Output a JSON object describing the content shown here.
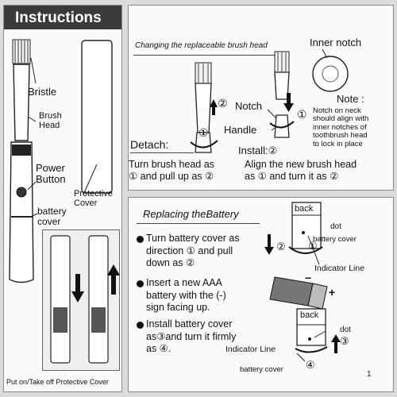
{
  "left_panel": {
    "title": "Instructions",
    "labels": {
      "bristle": "Bristle",
      "brush_head": "Brush\nHead",
      "power_button": "Power\nButton",
      "protective_cover": "Protective\nCover",
      "battery_cover": "battery\ncover"
    },
    "caption": "Put on/Take off Protective Cover"
  },
  "top_right_panel": {
    "title": "Changing the replaceable brush head",
    "inner_notch": "Inner notch",
    "note_title": "Note :",
    "note_text": "Notch on neck\nshould align with\ninner notches of\ntoothbrush head\nto lock in place",
    "notch": "Notch",
    "handle": "Handle",
    "detach_title": "Detach:",
    "detach_text": "Turn brush head as\n① and pull up as ②",
    "install_title": "Install:②",
    "install_text": "Align the new brush head\nas ① and turn it as ②"
  },
  "bottom_right_panel": {
    "title": "Replacing theBattery",
    "step1": "Turn battery cover as\ndirection ① and pull\ndown as ②",
    "step2": "Insert a new AAA\nbattery with the (-)\nsign facing up.",
    "step3": "Install battery cover\nas③and turn it firmly\nas ④.",
    "back_top": "back",
    "dot_top": "dot",
    "battery_cover_top": "battery cover",
    "indicator_line_top": "Indicator Line",
    "back_bottom": "back",
    "dot_bottom": "dot",
    "indicator_line_bottom": "Indicator Line",
    "battery_cover_bottom": "battery cover",
    "page_number": "1"
  },
  "symbols": {
    "c1": "①",
    "c2": "②",
    "c3": "③",
    "c4": "④",
    "minus": "−",
    "plus": "+"
  }
}
